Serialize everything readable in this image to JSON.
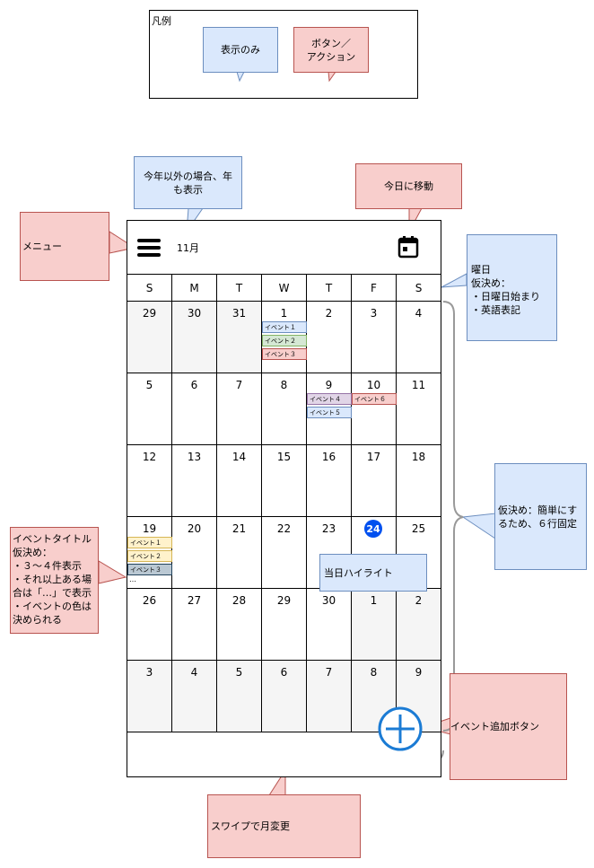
{
  "legend": {
    "title": "凡例",
    "display_only": "表示のみ",
    "button_action": "ボタン／\nアクション"
  },
  "header": {
    "month": "11月"
  },
  "weekdays": [
    "S",
    "M",
    "T",
    "W",
    "T",
    "F",
    "S"
  ],
  "weeks": [
    [
      "29",
      "30",
      "31",
      "1",
      "2",
      "3",
      "4"
    ],
    [
      "5",
      "6",
      "7",
      "8",
      "9",
      "10",
      "11"
    ],
    [
      "12",
      "13",
      "14",
      "15",
      "16",
      "17",
      "18"
    ],
    [
      "19",
      "20",
      "21",
      "22",
      "23",
      "24",
      "25"
    ],
    [
      "26",
      "27",
      "28",
      "29",
      "30",
      "1",
      "2"
    ],
    [
      "3",
      "4",
      "5",
      "6",
      "7",
      "8",
      "9"
    ]
  ],
  "today": "24",
  "events": {
    "wed_1": [
      "イベント１",
      "イベント２",
      "イベント３"
    ],
    "thu_9": [
      "イベント４",
      "イベント５"
    ],
    "fri_10": [
      "イベント６"
    ],
    "sun_19": [
      "イベント１",
      "イベント２",
      "イベント３"
    ],
    "overflow": "…"
  },
  "annotations": {
    "year_note": "今年以外の場合、年\nも表示",
    "today_move": "今日に移動",
    "menu": "メニュー",
    "weekday_note": "曜日\n仮決め：\n・日曜日始まり\n・英語表記",
    "fixed_rows": "仮決め：簡単にす\nるため、６行固定",
    "event_title": "イベントタイトル\n仮決め：\n・３〜４件表示\n・それ以上ある場\n合は「…」で表示\n・イベントの色は\n決められる",
    "today_highlight": "当日ハイライト",
    "add_event": "イベント追加ボタン",
    "swipe": "スワイプで月変更"
  },
  "colors": {
    "display_fill": "#dae8fc",
    "action_fill": "#f8cecc",
    "today_circle": "#0050ef",
    "fab_stroke": "#1b7bd4"
  }
}
